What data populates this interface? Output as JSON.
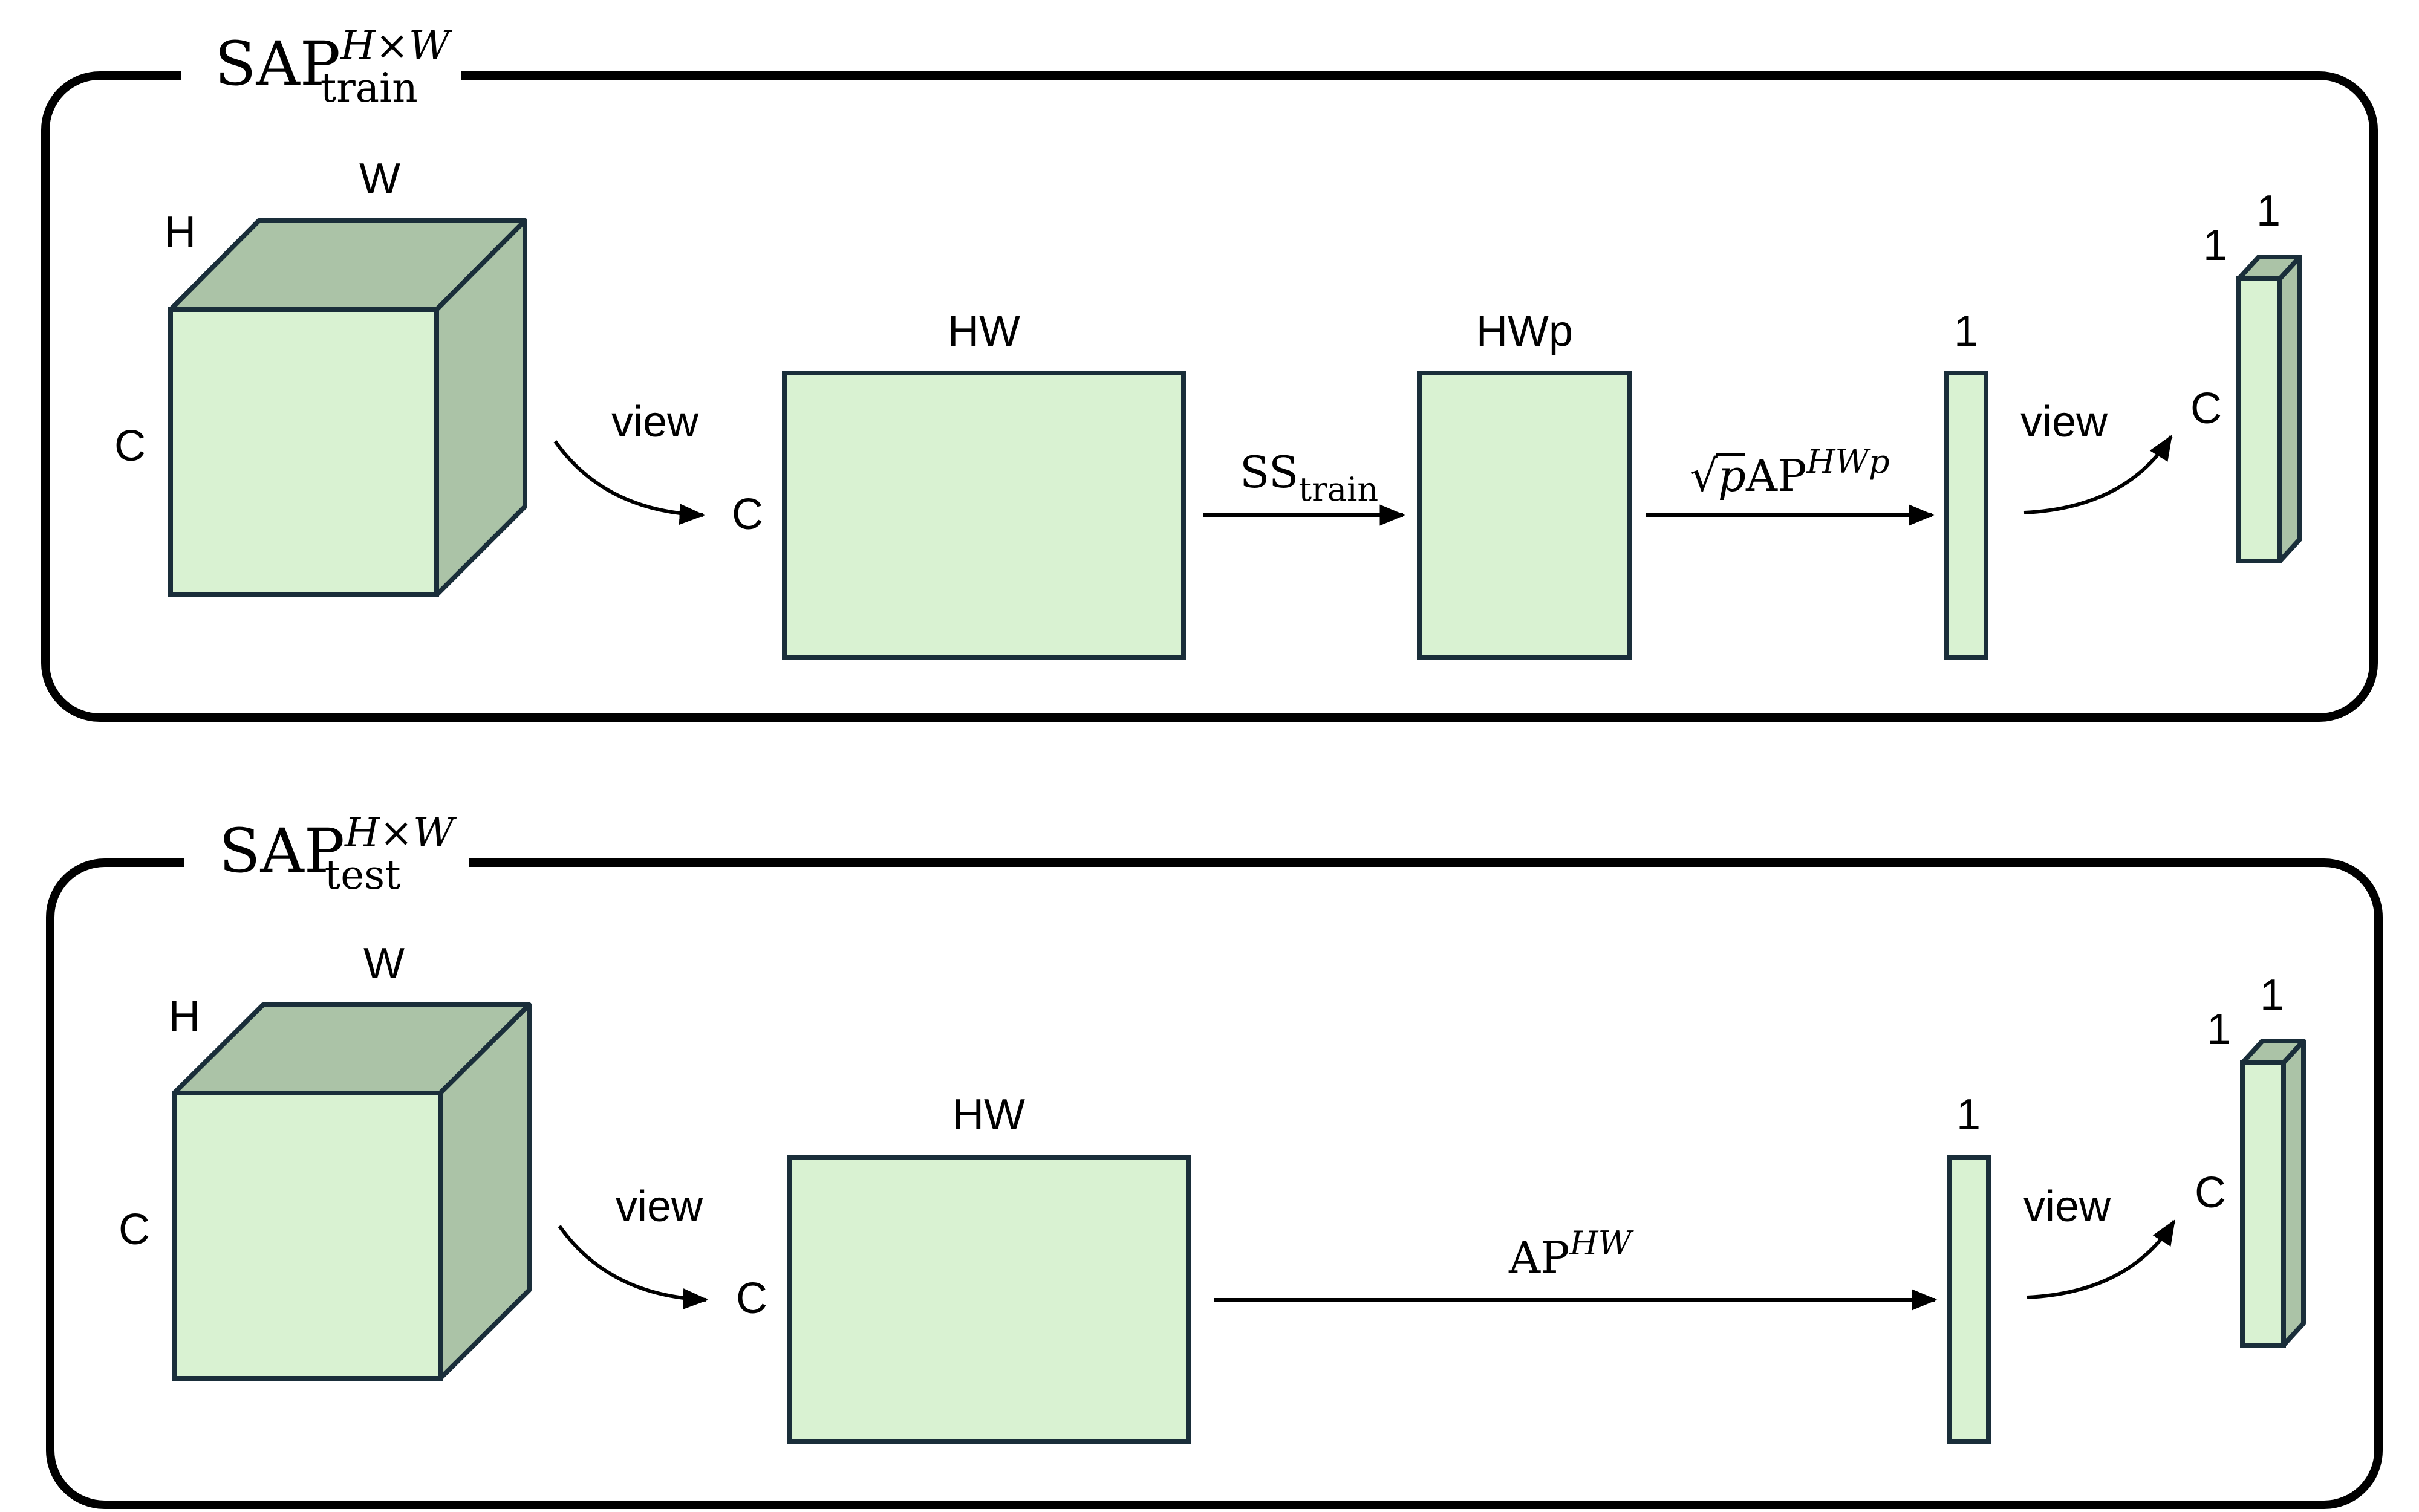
{
  "panels": [
    {
      "id": "train",
      "title": {
        "base": "SAP",
        "sup": "H×W",
        "sub": "train"
      },
      "cube": {
        "w": "W",
        "h": "H",
        "c": "C"
      },
      "view1": "view",
      "matrix": {
        "top": "HW",
        "left": "C"
      },
      "op1": {
        "base": "SS",
        "sub": "train"
      },
      "mid": {
        "top": "HWp"
      },
      "op2": {
        "prefix": "√",
        "rad": "p",
        "base": "AP",
        "sup": "HWp"
      },
      "vector": {
        "top": "1"
      },
      "view2": "view",
      "out": {
        "top1": "1",
        "top2": "1",
        "c": "C"
      }
    },
    {
      "id": "test",
      "title": {
        "base": "SAP",
        "sup": "H×W",
        "sub": "test"
      },
      "cube": {
        "w": "W",
        "h": "H",
        "c": "C"
      },
      "view1": "view",
      "matrix": {
        "top": "HW",
        "left": "C"
      },
      "op": {
        "base": "AP",
        "sup": "HW"
      },
      "vector": {
        "top": "1"
      },
      "view2": "view",
      "out": {
        "top1": "1",
        "top2": "1",
        "c": "C"
      }
    }
  ]
}
